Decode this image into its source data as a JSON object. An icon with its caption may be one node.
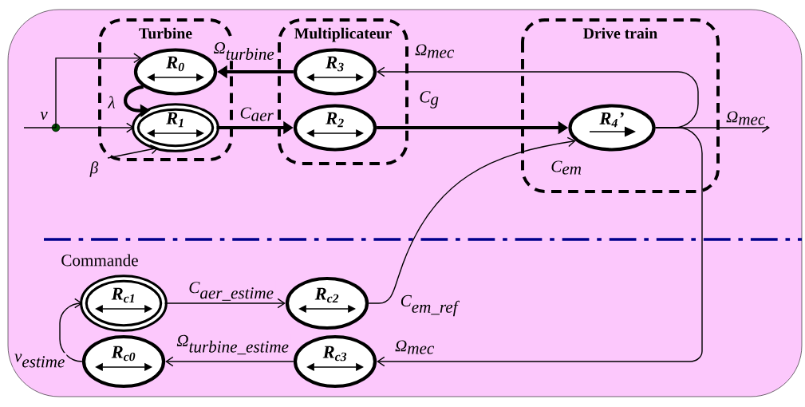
{
  "diagram": {
    "nodes": [
      {
        "text": [
          "Turbine"
        ]
      },
      {
        "text": [
          "Multiplicateur"
        ]
      },
      {
        "text": [
          "Drive train"
        ]
      },
      {
        "text": [
          "R$_{0}$"
        ],
        "in": 0
      },
      {
        "text": [
          "R$_{1}$"
        ],
        "in": 0
      },
      {
        "text": [
          "R$_{3}$"
        ],
        "in": 1
      },
      {
        "text": [
          "R$_{2}$"
        ],
        "in": 1
      },
      {
        "text": [
          "R$_{4}$’"
        ],
        "in": 2
      },
      {
        "text": [
          "R$_{c1}$"
        ]
      },
      {
        "text": [
          "R$_{c2}$"
        ],
        "beside": [
          "\\textit{C}_{\\textit{em\\_ref}}"
        ]
      },
      {
        "text": [
          "R$_{c0}$"
        ]
      },
      {
        "text": [
          "R$_{c3}$"
        ]
      },
      {
        "text": [],
        "shape": "circle"
      }
    ],
    "edges": [
      {
        "from": null,
        "to": 12,
        "arrow": "none",
        "label": "\\textit{v}"
      },
      {
        "from": 12,
        "to": 3,
        "arrow": "to"
      },
      {
        "from": 12,
        "to": 4,
        "arrow": "to"
      },
      {
        "from": 3,
        "to": 4,
        "arrow": "to",
        "style": "thick",
        "label": "\\textit{λ}"
      },
      {
        "from": null,
        "to": 4,
        "arrow": "to",
        "label": "\\textit{β}"
      },
      {
        "from": 5,
        "to": 3,
        "arrow": "to",
        "style": "thick",
        "label": "\\textit{Ω}_{\\textit{turbine}}"
      },
      {
        "from": 4,
        "to": 6,
        "arrow": "to",
        "style": "thick",
        "label": "\\textit{C}_{\\textit{aer}}"
      },
      {
        "from": 6,
        "to": 7,
        "arrow": "to",
        "style": "thick",
        "label": "\\textit{C}_{\\textit{g}}"
      },
      {
        "from": 7,
        "to": 5,
        "arrow": "to",
        "label": "\\textit{Ω}_{\\textit{mec}}"
      },
      {
        "from": 7,
        "to": null,
        "arrow": "to",
        "label": "\\textit{Ω}_{\\textit{mec}}"
      },
      {
        "from": 9,
        "to": 7,
        "arrow": "to",
        "label": "\\textit{C}_{\\textit{em}}"
      },
      {
        "from": 7,
        "to": 11,
        "arrow": "to",
        "label": "\\textit{Ω}_{\\textit{mec}}"
      },
      {
        "from": 11,
        "to": 10,
        "arrow": "to",
        "label": "\\textit{Ω}_{\\textit{turbine\\_estime}}"
      },
      {
        "from": 10,
        "to": 8,
        "arrow": "to",
        "label": "\\textit{v}_{\\textit{estime}}"
      },
      {
        "from": 8,
        "to": 9,
        "arrow": "to",
        "label": "\\textit{C}_{\\textit{aer\\_estime}}"
      }
    ],
    "labels": [
      "Commande"
    ]
  }
}
